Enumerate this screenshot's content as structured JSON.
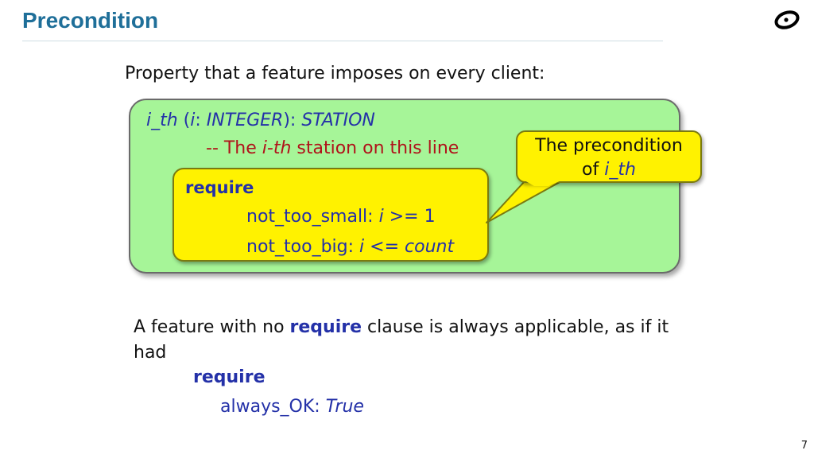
{
  "slide": {
    "title": "Precondition",
    "page_number": "7"
  },
  "intro": "Property that a feature imposes on every client:",
  "code": {
    "sig_name": "i_th",
    "sig_open": " (",
    "sig_param": "i",
    "sig_colon": ": ",
    "sig_type": "INTEGER",
    "sig_close": "): ",
    "sig_ret": "STATION",
    "comment_dash": "-- The ",
    "comment_ith": "i-th",
    "comment_rest": " station on this line",
    "require_kw": "require",
    "line1_label": "not_too_small: ",
    "line1_var": "i",
    "line1_rest": " >= 1",
    "line2_label": "not_too_big: ",
    "line2_var": "i",
    "line2_op": " <= ",
    "line2_count": "count"
  },
  "callout": {
    "line1": "The precondition",
    "line2_prefix": "of ",
    "line2_name": "i_th"
  },
  "paragraph": {
    "before": "A feature with no ",
    "keyword": "require",
    "after": " clause is always applicable, as if it had"
  },
  "example": {
    "require_kw": "require",
    "label": "always_OK: ",
    "value": "True"
  },
  "colors": {
    "title": "#1f6f99",
    "green_box": "#a6f598",
    "yellow_box": "#fff200",
    "code_blue": "#2431a8",
    "comment_red": "#b0121a"
  }
}
